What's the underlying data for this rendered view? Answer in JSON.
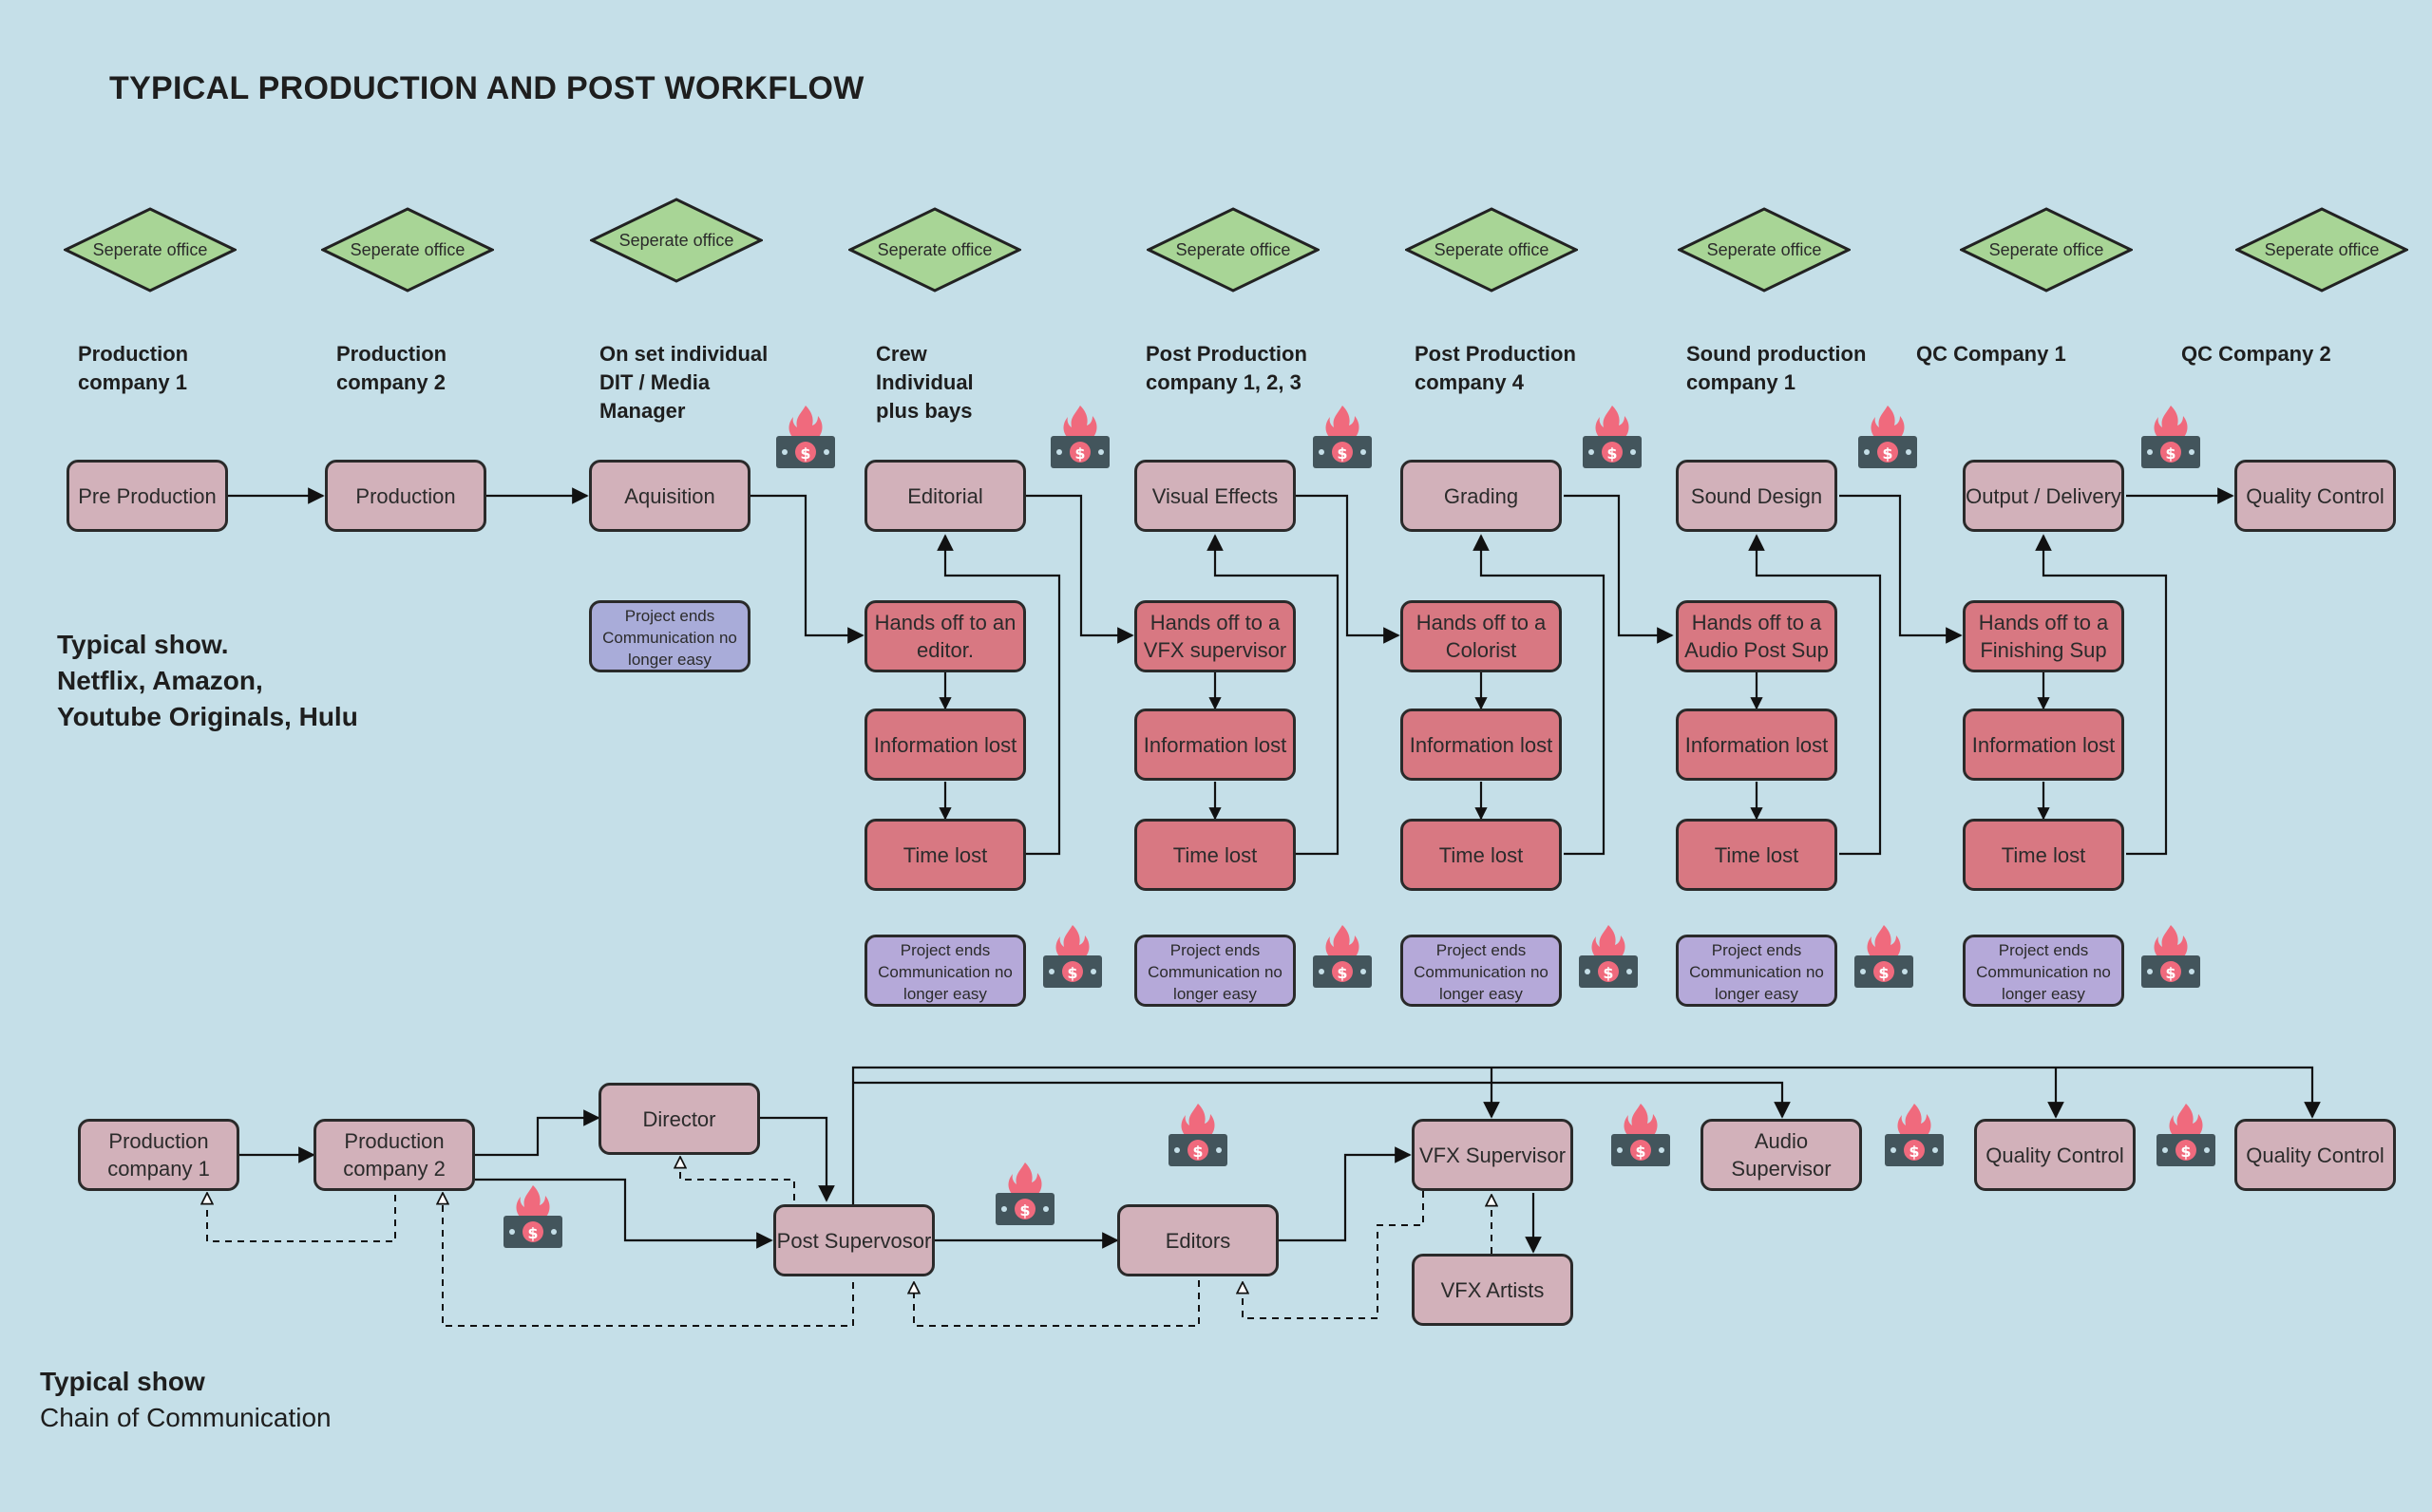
{
  "title": "TYPICAL PRODUCTION AND POST WORKFLOW",
  "diamond_text": "Seperate office",
  "columns": [
    "Production company 1",
    "Production company 2",
    "On set individual DIT / Media Manager",
    "Crew Individual plus bays",
    "Post Production company 1, 2, 3",
    "Post Production company 4",
    "Sound production company 1",
    "QC Company 1",
    "QC Company 2"
  ],
  "workflow": {
    "stages": [
      "Pre Production",
      "Production",
      "Aquisition",
      "Editorial",
      "Visual Effects",
      "Grading",
      "Sound Design",
      "Output / Delivery",
      "Quality Control"
    ],
    "handoffs": [
      "Hands off to an editor.",
      "Hands off to a VFX supervisor",
      "Hands off to a Colorist",
      "Hands off to a Audio Post Sup",
      "Hands off to a Finishing Sup"
    ],
    "info_lost": "Information lost",
    "time_lost": "Time lost",
    "project_ends": "Project ends Communication no longer easy"
  },
  "side_note": {
    "line1": "Typical show.",
    "line2": "Netflix, Amazon,",
    "line3": "Youtube Originals, Hulu"
  },
  "chain": {
    "nodes": {
      "prod1": "Production company 1",
      "prod2": "Production company 2",
      "director": "Director",
      "post_sup": "Post Supervosor",
      "editors": "Editors",
      "vfx_sup": "VFX Supervisor",
      "vfx_artists": "VFX Artists",
      "audio_sup": "Audio Supervisor",
      "qc1": "Quality Control",
      "qc2": "Quality Control"
    }
  },
  "footer": {
    "bold": "Typical show",
    "subtitle": "Chain of Communication"
  },
  "colors": {
    "background": "#c5dfe8",
    "diamond": "#a8d596",
    "stage_box": "#d2b1ba",
    "loss_box": "#d87882",
    "note_box": "#b5a9d9",
    "money_icon": "#43555c",
    "flame": "#f06a7d"
  }
}
